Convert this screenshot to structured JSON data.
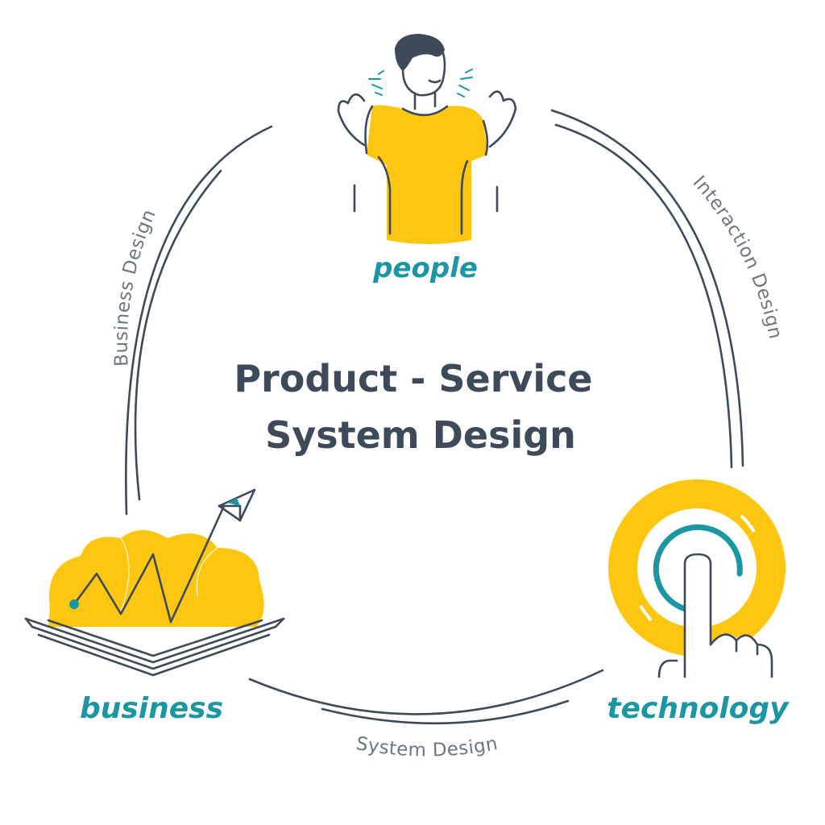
{
  "title": {
    "line1": "Product - Service",
    "line2": "System Design"
  },
  "nodes": {
    "people": "people",
    "business": "business",
    "technology": "technology"
  },
  "arcs": {
    "left": "Business Design",
    "right": "Interaction Design",
    "bottom": "System Design"
  },
  "colors": {
    "accent": "#1b97a3",
    "yellow": "#fdc611",
    "ink": "#3e4a59",
    "arc_label": "#6e7781"
  },
  "icons": {
    "people": "person-shrug-icon",
    "business": "open-book-growth-chart-icon",
    "technology": "finger-touch-button-icon"
  }
}
